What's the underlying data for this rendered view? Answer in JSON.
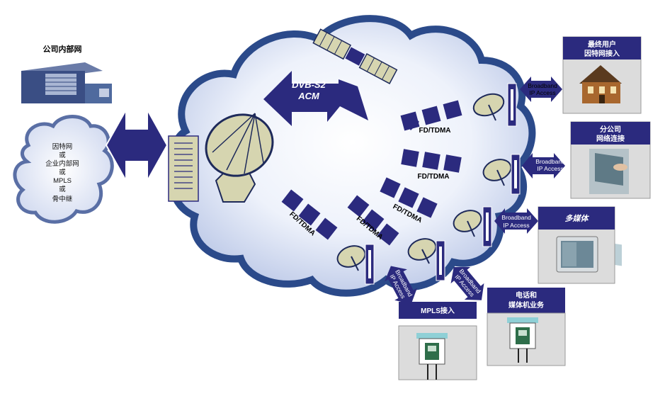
{
  "corporate": {
    "title": "公司内部网",
    "cloud_lines": [
      "因特网",
      "或",
      "企业内部网",
      "或",
      "MPLS",
      "或",
      "骨中继"
    ]
  },
  "center": {
    "dvb_line1": "DVB-S2",
    "dvb_line2": "ACM"
  },
  "tdma_label": "FD/TDMA",
  "broadband_line1": "Broadband",
  "broadband_line2": "IP Access",
  "boxes": {
    "home": {
      "line1": "最终用户",
      "line2": "因特网接入"
    },
    "branch": {
      "line1": "分公司",
      "line2": "网络连接"
    },
    "media": {
      "line1": "多媒体"
    },
    "mpls": {
      "line1": "MPLS接入"
    },
    "phone": {
      "line1": "电话和",
      "line2": "媒体机业务"
    }
  },
  "colors": {
    "navy": "#2b2a7e",
    "cloud_fill": "#cfd8ef",
    "cloud_border": "#2b4a8a",
    "antenna": "#d6d5b0",
    "box_grey": "#dcdcdc"
  }
}
